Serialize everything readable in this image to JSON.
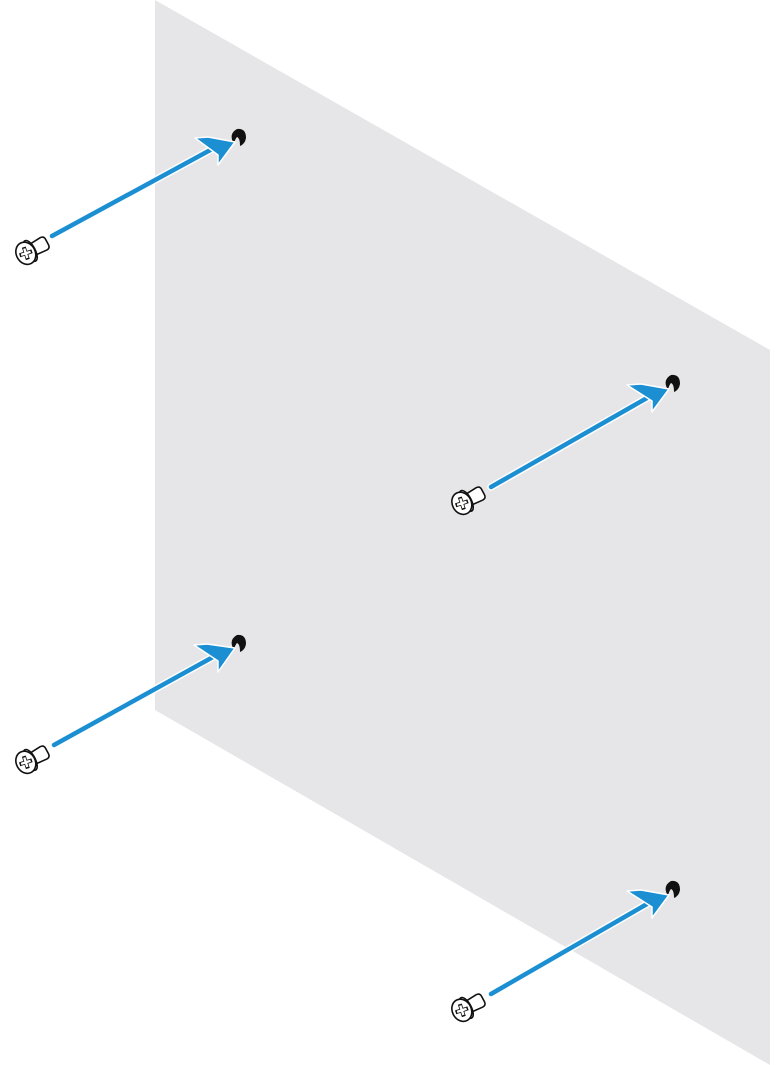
{
  "diagram": {
    "kind": "screw-mounting-illustration",
    "colors": {
      "background": "#ffffff",
      "wall": "#e6e6e8",
      "arrow": "#1b8fd2",
      "arrow_edge": "#ffffff",
      "hole": "#111111",
      "screw_outline": "#111111",
      "screw_fill": "#ffffff"
    },
    "wall": {
      "surface": "mounting-wall"
    },
    "screws": [
      {
        "id": "screw-top-left",
        "icon": "screw-icon",
        "hole": "mounting-hole",
        "arrow": "insert-direction-arrow"
      },
      {
        "id": "screw-middle-right",
        "icon": "screw-icon",
        "hole": "mounting-hole",
        "arrow": "insert-direction-arrow"
      },
      {
        "id": "screw-lower-left",
        "icon": "screw-icon",
        "hole": "mounting-hole",
        "arrow": "insert-direction-arrow"
      },
      {
        "id": "screw-bottom-right",
        "icon": "screw-icon",
        "hole": "mounting-hole",
        "arrow": "insert-direction-arrow"
      }
    ]
  }
}
